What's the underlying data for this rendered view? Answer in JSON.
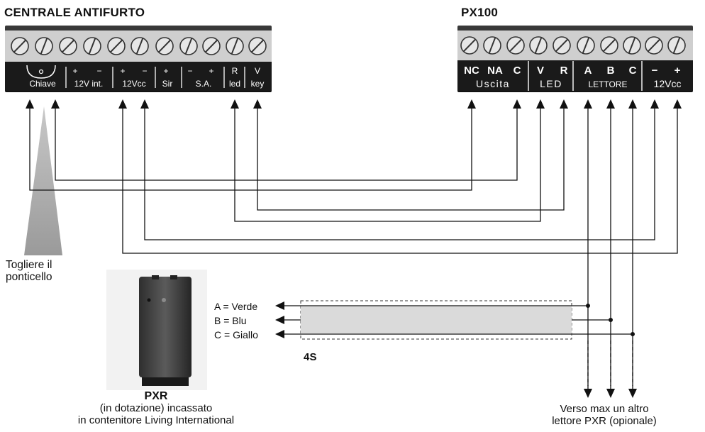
{
  "central": {
    "title": "CENTRALE  ANTIFURTO",
    "terminal_labels": {
      "chiave": "Chiave",
      "plus_12v": "+",
      "minus_12v": "−",
      "int_12v": "12V  int.",
      "plus_12vcc": "+",
      "minus_12vcc": "−",
      "vcc_12": "12Vcc",
      "plus_sir": "+",
      "minus_sir": "−",
      "sir": "Sir",
      "plus_sa": "+",
      "sa": "S.A.",
      "r_led": "R",
      "led": "led",
      "v_key": "V",
      "key": "key"
    }
  },
  "px100": {
    "title": "PX100",
    "terminal_labels": {
      "nc": "NC",
      "na": "NA",
      "c": "C",
      "uscita": "Uscita",
      "v": "V",
      "r": "R",
      "led": "LED",
      "a": "A",
      "b": "B",
      "c2": "C",
      "lettore": "LETTORE",
      "minus": "−",
      "plus": "+",
      "vcc": "12Vcc"
    }
  },
  "jumper_note": [
    "Togliere  il",
    "ponticello"
  ],
  "reader": {
    "wires": [
      "A = Verde",
      "B = Blu",
      "C = Giallo"
    ],
    "cable_label": "4S",
    "title": "PXR",
    "subtitle": [
      "(in  dotazione)  incassato",
      "in  contenitore  Living  International"
    ]
  },
  "extension_note": [
    "Verso  max  un  altro",
    "lettore  PXR  (opionale)"
  ]
}
